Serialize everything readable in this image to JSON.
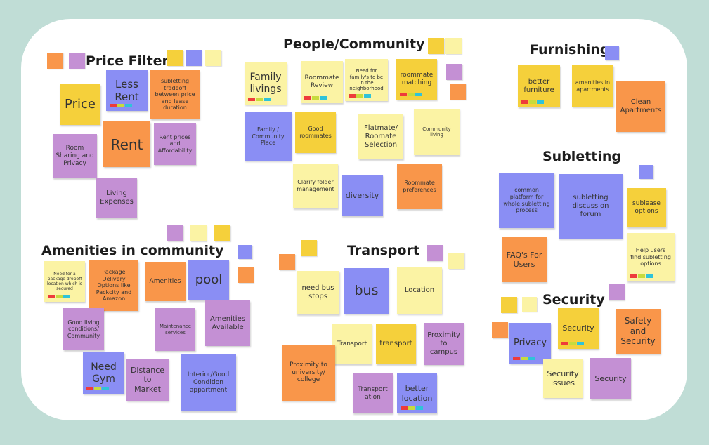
{
  "titles": {
    "price_filter": "Price Filter",
    "people_community": "People/Community",
    "furnishing": "Furnishing",
    "subletting": "Subletting",
    "amenities": "Amenities in community",
    "transport": "Transport",
    "security": "Security"
  },
  "notes": {
    "price": "Price",
    "less_rent": "Less Rent",
    "subletting_tradeoff": "subletting tradeoff between price and lease duration",
    "rent": "Rent",
    "room_sharing": "Room Sharing and Privacy",
    "rent_prices": "Rent prices and Affordability",
    "living_expenses": "Living Expenses",
    "family_livings": "Family livings",
    "roommate_review": "Roommate Review",
    "need_for_family": "Need for family's to be in the neighborhood",
    "roommate_matching": "roommate matching",
    "family_community_place": "Family / Community Place",
    "good_roommates": "Good roommates",
    "flatmate_selection": "Flatmate/ Roomate Selection",
    "community_living": "Community living",
    "clarify_folder": "Clarify folder management",
    "diversity": "diversity",
    "roommate_preferences": "Roommate preferences",
    "better_furniture": "better furniture",
    "amenities_in_apartments": "amenities in apartments",
    "clean_apartments": "Clean Apartments",
    "common_platform": "common platform for whole subletting process",
    "subletting_forum": "subletting discussion forum",
    "sublease_options": "sublease options",
    "faqs": "FAQ's For Users",
    "help_users": "Help users find subletting options",
    "package_dropoff": "Need for a package dropoff location which is secured",
    "package_delivery": "Package Delivery Options like Packcity and Amazon",
    "amenities": "Amenities",
    "pool": "pool",
    "good_living": "Good living conditions/ Community",
    "maintenance": "Maintenance services",
    "amenities_available": "Amenities Available",
    "need_gym": "Need Gym",
    "distance_to_market": "Distance to Market",
    "interior_condition": "Interior/Good Condition appartment",
    "need_bus_stops": "need bus stops",
    "bus": "bus",
    "location": "Location",
    "transport_cap": "Transport",
    "transport_low": "transport",
    "proximity_campus": "Proximity to campus",
    "proximity_university": "Proximity to university/ college",
    "transportation": "Transport ation",
    "better_location": "better location",
    "privacy": "Privacy",
    "security_yellow": "Security",
    "safety_security": "Safety and Security",
    "security_issues": "Security issues",
    "security_purple": "Security"
  },
  "colors": {
    "yellow": "#f5d03b",
    "light_yellow": "#fbf3a4",
    "orange": "#f9964a",
    "blue": "#8a8ef4",
    "purple": "#c490d4",
    "background": "#c0ddd6",
    "board": "#ffffff"
  }
}
